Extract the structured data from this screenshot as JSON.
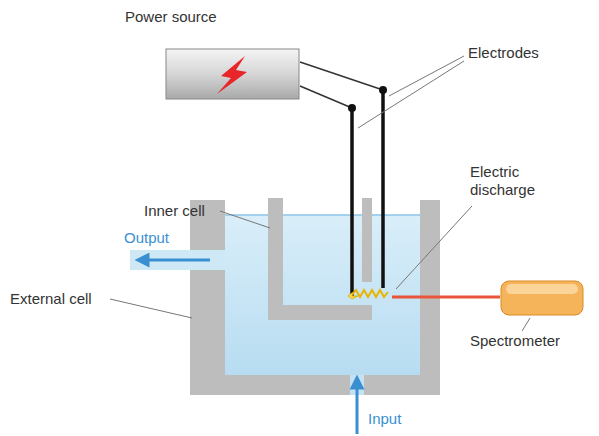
{
  "diagram": {
    "nodes": [
      {
        "text": [
          "Power source"
        ]
      },
      {
        "text": [
          "Spectrometer"
        ]
      }
    ],
    "labels": [
      "Electrodes",
      "Inner cell",
      "Output",
      "Electric discharge",
      "External cell",
      "Input"
    ]
  }
}
